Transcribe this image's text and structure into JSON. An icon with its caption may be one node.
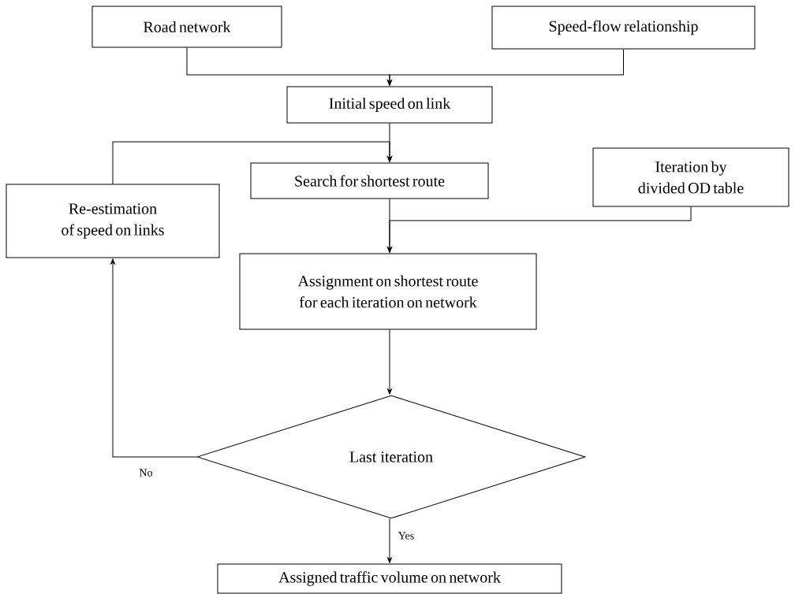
{
  "diagram": {
    "nodes": [
      {
        "text": [
          "Road network"
        ]
      },
      {
        "text": [
          "Speed-flow relationship"
        ]
      },
      {
        "text": [
          "Initial speed on link"
        ]
      },
      {
        "text": [
          "Search for shortest route"
        ]
      },
      {
        "text": [
          "Re-estimation of speed on links"
        ]
      },
      {
        "text": [
          "Iteration by divided OD table"
        ]
      },
      {
        "text": [
          "Assignment on shortest route for each iteration on network"
        ]
      },
      {
        "text": [
          "Last iteration"
        ]
      },
      {
        "text": [
          "Assigned traffic volume on network"
        ]
      }
    ],
    "edges": [
      {
        "from": 0,
        "to": 2,
        "arrow": "to"
      },
      {
        "from": 1,
        "to": 2,
        "arrow": "to"
      },
      {
        "from": 2,
        "to": 3,
        "arrow": "to"
      },
      {
        "from": 4,
        "to": 3,
        "arrow": "to"
      },
      {
        "from": 3,
        "to": 6,
        "arrow": "to"
      },
      {
        "from": 5,
        "to": 6,
        "arrow": "to"
      },
      {
        "from": 6,
        "to": 7,
        "arrow": "to"
      },
      {
        "from": 7,
        "to": 4,
        "arrow": "to",
        "label": "No"
      },
      {
        "from": 7,
        "to": 8,
        "arrow": "to",
        "label": "Yes"
      }
    ]
  }
}
